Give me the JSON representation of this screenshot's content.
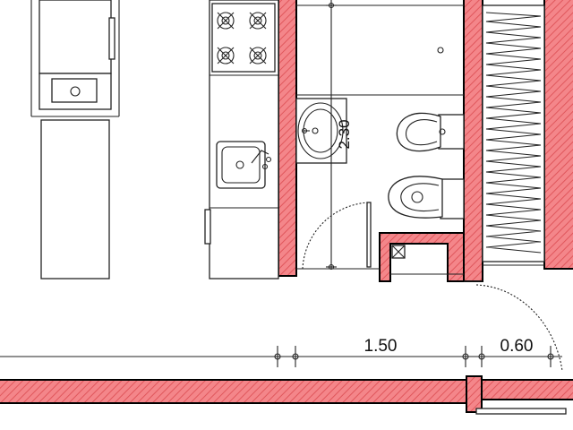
{
  "drawing": {
    "colors": {
      "wall_fill": "#f4868a",
      "wall_hatch": "#e0575c",
      "line": "#222222"
    },
    "dimensions": {
      "bath_width": "1.50",
      "door_width": "0.60",
      "bath_height": "2.30"
    }
  }
}
